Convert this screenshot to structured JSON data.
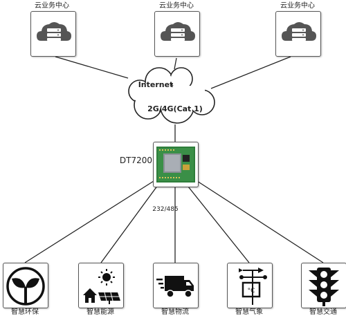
{
  "servers": [
    {
      "label": "云业务中心",
      "icon": "cloud-server-icon"
    },
    {
      "label": "云业务中心",
      "icon": "cloud-server-icon"
    },
    {
      "label": "云业务中心",
      "icon": "cloud-server-icon"
    }
  ],
  "cloud": {
    "line1": "Internet",
    "line2": "2G/4G(Cat 1)",
    "icon": "cloud-icon"
  },
  "device": {
    "name": "DT7200",
    "icon": "circuit-board-icon",
    "interface_label": "232/485"
  },
  "applications": [
    {
      "label": "智慧环保",
      "icon": "leaf-sprout-icon"
    },
    {
      "label": "智慧能源",
      "icon": "solar-house-icon"
    },
    {
      "label": "智慧物流",
      "icon": "delivery-truck-icon"
    },
    {
      "label": "智慧气象",
      "icon": "weather-station-icon"
    },
    {
      "label": "智慧交通",
      "icon": "traffic-light-icon"
    }
  ]
}
